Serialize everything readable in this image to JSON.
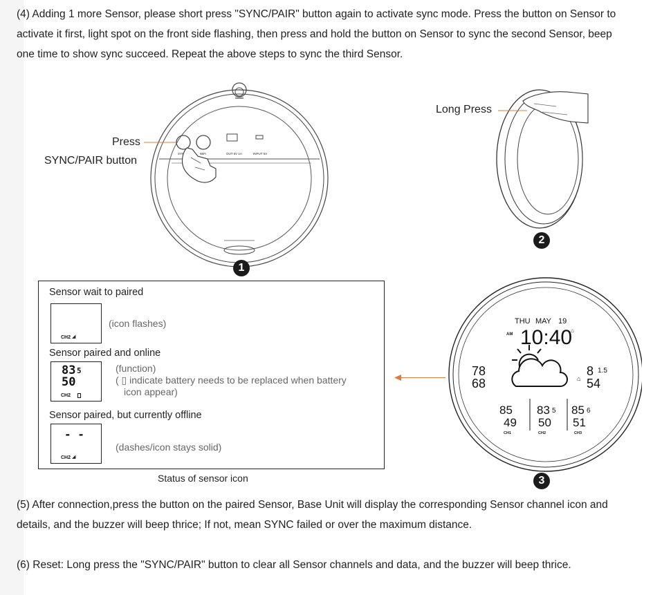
{
  "paragraphs": {
    "p4": "(4) Adding 1 more Sensor, please short press \"SYNC/PAIR\" button again to activate sync mode. Press the button on Sensor to activate it first, light spot on the front side flashing, then press and hold the button on Sensor to sync the second Sensor, beep one time to show sync succeed. Repeat the above steps to sync the third Sensor.",
    "p5": "(5) After connection,press the button on the paired Sensor, Base Unit will display the corresponding Sensor channel icon and details, and the buzzer will beep thrice; If not, mean SYNC failed or over the maximum distance.",
    "p6": "(6) Reset: Long press the \"SYNC/PAIR\" button to clear all Sensor channels and data, and the buzzer will beep thrice."
  },
  "figure1": {
    "press_label": "Press",
    "button_label": "SYNC/PAIR button",
    "port_labels": [
      "SYNC/PAIR",
      "WiFi",
      "OUT 5V 1A",
      "INPUT 5V"
    ],
    "step": "1"
  },
  "figure2": {
    "label": "Long Press",
    "step": "2"
  },
  "status": {
    "wait_title": "Sensor wait to paired",
    "wait_note": "(icon flashes)",
    "online_title": "Sensor paired and online",
    "online_note_1": "(function)",
    "online_note_2": "( ▯ indicate battery needs to be replaced when battery",
    "online_note_3": "icon appear)",
    "offline_title": "Sensor paired, but currently offline",
    "offline_note": "(dashes/icon stays solid)",
    "channel": "CH2",
    "temp": "83",
    "temp_dec": "5",
    "humidity": "50",
    "dashes": "- -",
    "caption": "Status of sensor icon"
  },
  "figure3": {
    "day": "THU",
    "month": "MAY",
    "date": "19",
    "am": "AM",
    "time": "10:40",
    "left_temp": "78",
    "left_hum": "68",
    "right_temp": "8",
    "right_temp_dec": "1.5",
    "right_hum": "54",
    "ch1_temp": "85",
    "ch1_hum": "49",
    "ch2_temp": "83",
    "ch2_temp_dec": "5",
    "ch2_hum": "50",
    "ch3_temp": "85",
    "ch3_temp_dec": "6",
    "ch3_hum": "51",
    "ch1": "CH1",
    "ch2": "CH2",
    "ch3": "CH3",
    "step": "3"
  },
  "colors": {
    "arrow": "#e07b40",
    "line": "#222222"
  }
}
